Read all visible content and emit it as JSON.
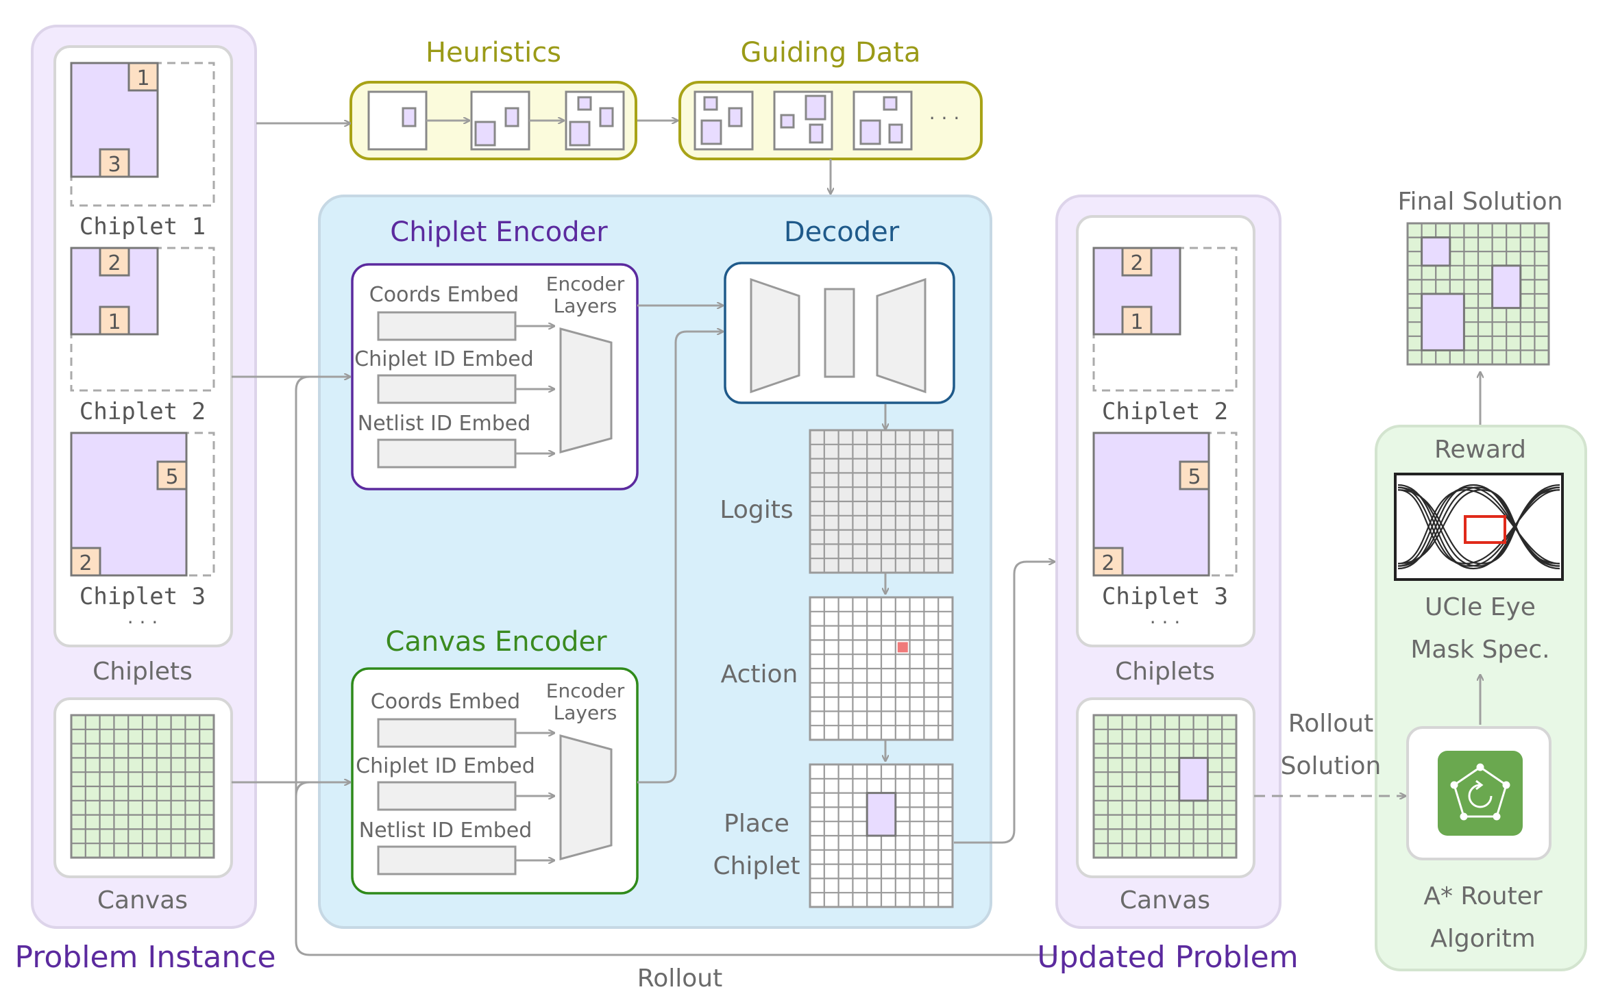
{
  "problem_instance": {
    "title": "Problem Instance",
    "chiplets_label": "Chiplets",
    "canvas_label": "Canvas",
    "ellipsis": "· · ·",
    "chiplets": [
      {
        "name": "Chiplet 1",
        "pins": [
          "1",
          "3"
        ]
      },
      {
        "name": "Chiplet 2",
        "pins": [
          "2",
          "1"
        ]
      },
      {
        "name": "Chiplet 3",
        "pins": [
          "5",
          "2"
        ]
      }
    ]
  },
  "heuristics": {
    "title": "Heuristics"
  },
  "guiding_data": {
    "title": "Guiding Data",
    "ellipsis": "· · ·"
  },
  "chiplet_encoder": {
    "title": "Chiplet Encoder",
    "embeds": [
      "Coords Embed",
      "Chiplet ID Embed",
      "Netlist ID Embed"
    ],
    "layers_line1": "Encoder",
    "layers_line2": "Layers"
  },
  "canvas_encoder": {
    "title": "Canvas Encoder",
    "embeds": [
      "Coords Embed",
      "Chiplet ID Embed",
      "Netlist ID Embed"
    ],
    "layers_line1": "Encoder",
    "layers_line2": "Layers"
  },
  "decoder": {
    "title": "Decoder",
    "logits_label": "Logits",
    "action_label": "Action",
    "place_line1": "Place",
    "place_line2": "Chiplet"
  },
  "updated_problem": {
    "title": "Updated Problem",
    "chiplets_label": "Chiplets",
    "canvas_label": "Canvas",
    "ellipsis": "· · ·",
    "chiplets": [
      {
        "name": "Chiplet 2",
        "pins": [
          "2",
          "1"
        ]
      },
      {
        "name": "Chiplet 3",
        "pins": [
          "5",
          "2"
        ]
      }
    ]
  },
  "rollout": {
    "label": "Rollout"
  },
  "rollout_solution": {
    "line1": "Rollout",
    "line2": "Solution"
  },
  "router": {
    "line1": "A* Router",
    "line2": "Algoritm",
    "reward_label": "Reward",
    "eye_line1": "UCIe Eye",
    "eye_line2": "Mask Spec."
  },
  "final_solution": {
    "title": "Final Solution"
  },
  "colors": {
    "purple_title": "#5b2a9e",
    "olive_title": "#9a9a17",
    "navy_title": "#1f5a8a",
    "green_title": "#3a8a1f",
    "chiplet_fill": "#e8dcff",
    "pin_fill": "#fde0c4",
    "grid_green": "#dff3d6",
    "panel_blue": "#d8effa",
    "panel_purple": "#f2eafd",
    "panel_green": "#e8f8e6",
    "panel_yellow": "#fbfbdc",
    "router_icon": "#6aa84f",
    "action_cell": "#f07a7a",
    "eye_box": "#e02a1a"
  }
}
